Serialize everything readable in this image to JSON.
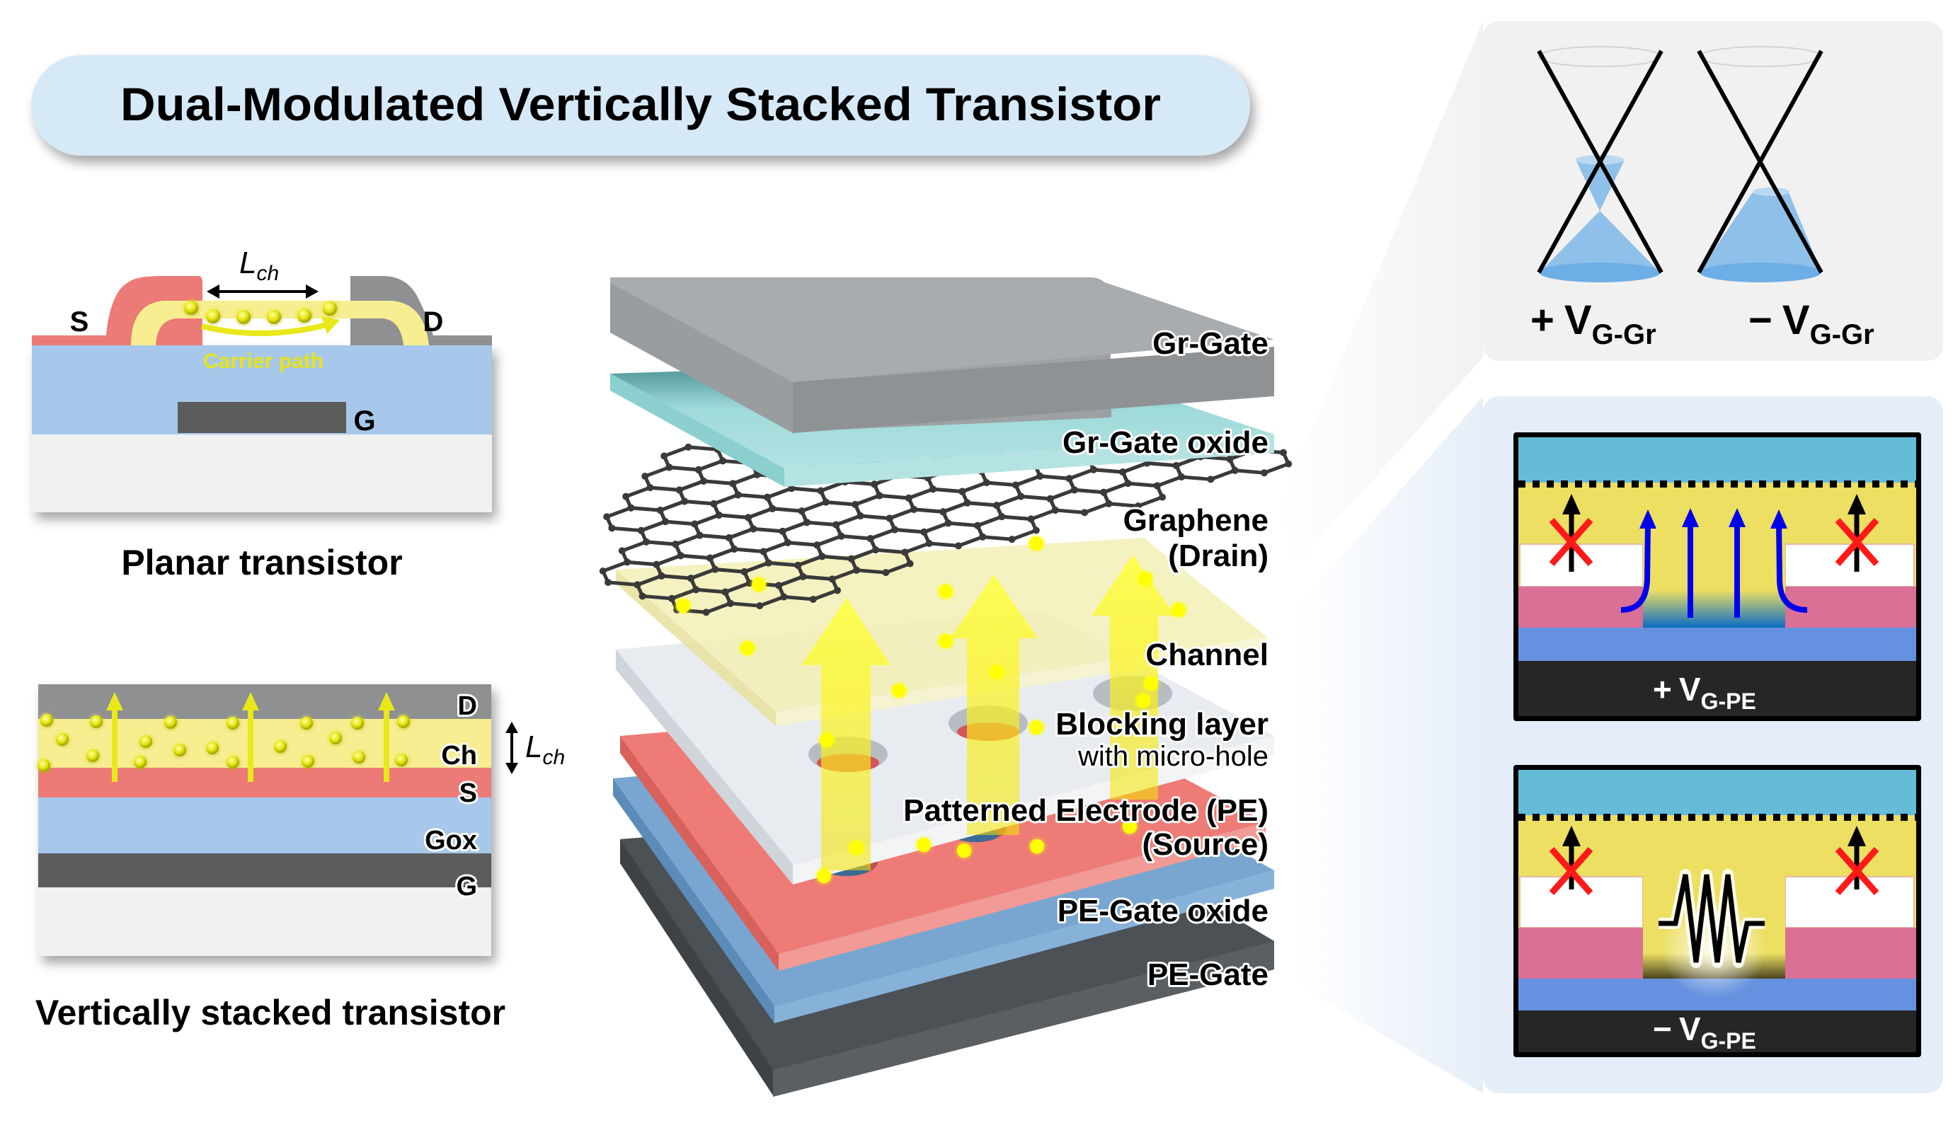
{
  "title": "Dual-Modulated Vertically Stacked Transistor",
  "colors": {
    "title_bg": "#d6e9f7",
    "source": "#ec7a76",
    "drain": "#8e9092",
    "gate": "#5c5c5c",
    "oxide": "#a7c8ea",
    "channel": "#f6ee90",
    "substrate": "#f1f1f1",
    "carrier": "#ecec1a",
    "graphene_gate": "#a3a6a9",
    "graphene_gate_oxide": "#9fdada",
    "blocking_layer": "#e8ecf0",
    "pe_source": "#ee7b76",
    "pe_gate_oxide": "#78a6d0",
    "pe_gate": "#4c5155",
    "panel_top_bg": "#f1f1f1",
    "panel_bottom_bg": "#e5eef8",
    "inset_gate_oxide": "#65bcd8",
    "inset_channel": "#ecdf62",
    "inset_blocking": "#ffffff",
    "inset_pe": "#d97096",
    "inset_pe_oxide": "#6592e0",
    "inset_gate": "#262626",
    "flow_arrow": "#0000ee",
    "block_x": "#ff1a1a",
    "dirac_fill": "#7db5e8"
  },
  "planar": {
    "label_source": "S",
    "label_drain": "D",
    "label_gate": "G",
    "lch_main": "L",
    "lch_sub": "ch",
    "carrier_path": "Carrier path",
    "caption": "Planar transistor"
  },
  "vertical": {
    "layers": [
      {
        "label": "D"
      },
      {
        "label": "Ch"
      },
      {
        "label": "S"
      },
      {
        "label": "Gox"
      },
      {
        "label": "G"
      }
    ],
    "lch_main": "L",
    "lch_sub": "ch",
    "caption": "Vertically stacked transistor"
  },
  "stack": {
    "layers": [
      {
        "label": "Gr-Gate",
        "sub": ""
      },
      {
        "label": "Gr-Gate oxide",
        "sub": ""
      },
      {
        "label": "Graphene",
        "sub": "(Drain)"
      },
      {
        "label": "Channel",
        "sub": ""
      },
      {
        "label": "Blocking layer",
        "sub": "with micro-hole"
      },
      {
        "label": "Patterned Electrode (PE)",
        "sub": "(Source)"
      },
      {
        "label": "PE-Gate oxide",
        "sub": ""
      },
      {
        "label": "PE-Gate",
        "sub": ""
      }
    ]
  },
  "dirac": {
    "cones": [
      {
        "sign": "+",
        "main": "V",
        "sub": "G-Gr",
        "fill_level": "above Dirac point"
      },
      {
        "sign": "−",
        "main": "V",
        "sub": "G-Gr",
        "fill_level": "below Dirac point"
      }
    ]
  },
  "insets": [
    {
      "sign": "+",
      "main": "V",
      "sub": "G-PE",
      "state": "on",
      "flow": "vertical current through micro-hole"
    },
    {
      "sign": "−",
      "main": "V",
      "sub": "G-PE",
      "state": "off",
      "flow": "tunneling barrier"
    }
  ]
}
